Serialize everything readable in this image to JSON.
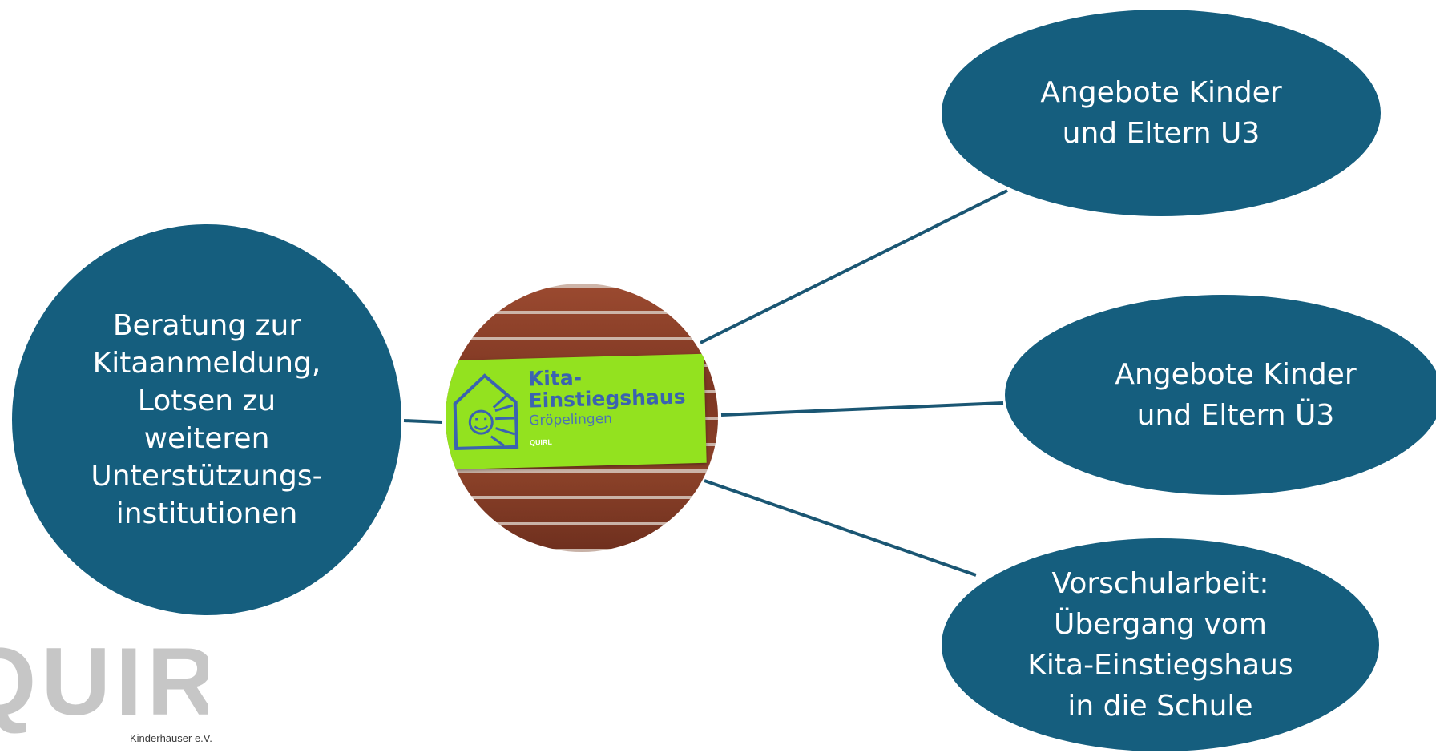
{
  "diagram": {
    "center_photo": {
      "sign_title": "Kita-\nEinstiegshaus",
      "sign_place": "Gröpelingen",
      "sign_small": "QUIRL"
    },
    "nodes": {
      "left": "Beratung zur\nKitaanmeldung,\nLotsen zu\nweiteren\nUnterstützungs-\ninstitutionen",
      "top_right": "Angebote Kinder\nund Eltern U3",
      "middle_right": "Angebote Kinder\nund Eltern Ü3",
      "bottom_right": "Vorschularbeit:\nÜbergang vom\nKita-Einstiegshaus\nin die Schule"
    },
    "colors": {
      "bubble": "#155e7e",
      "connector": "#1a5673",
      "sign": "#93e21f",
      "logo": "#c6c6c6"
    }
  },
  "logo": {
    "wordmark": "QUIRL",
    "subtitle": "Kinderhäuser e.V."
  }
}
